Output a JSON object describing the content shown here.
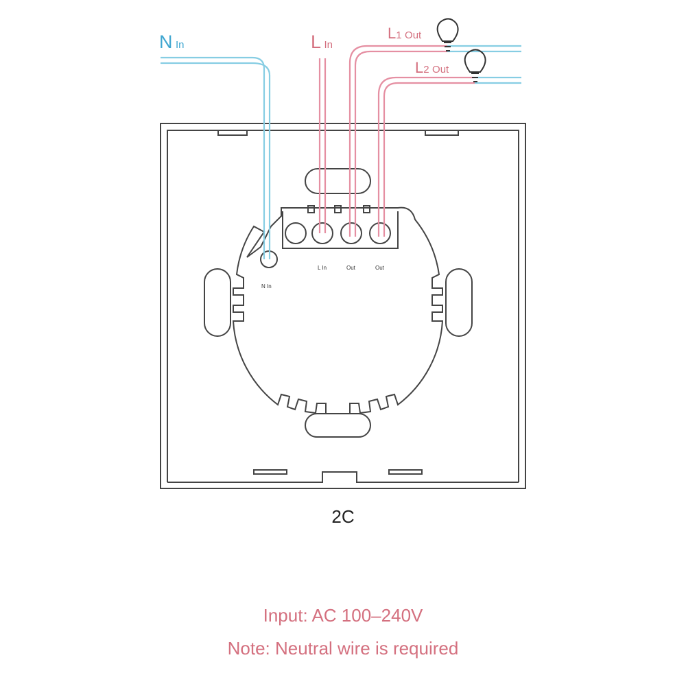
{
  "wires": {
    "n_in": {
      "main": "N",
      "sub": "In"
    },
    "l_in": {
      "main": "L",
      "sub": "In"
    },
    "l1_out": {
      "main": "L",
      "num": "1",
      "sub": "Out"
    },
    "l2_out": {
      "main": "L",
      "num": "2",
      "sub": "Out"
    }
  },
  "terminals": {
    "n": "N In",
    "l": "L In",
    "out1": "Out",
    "out2": "Out"
  },
  "model": "2C",
  "notes": {
    "input": "Input: AC 100–240V",
    "neutral": "Note: Neutral wire is required"
  },
  "colors": {
    "live": "#e58fa2",
    "neutral": "#86cde3",
    "text_pink": "#d4707f",
    "text_blue": "#3fa6d0",
    "outline": "#333333"
  }
}
